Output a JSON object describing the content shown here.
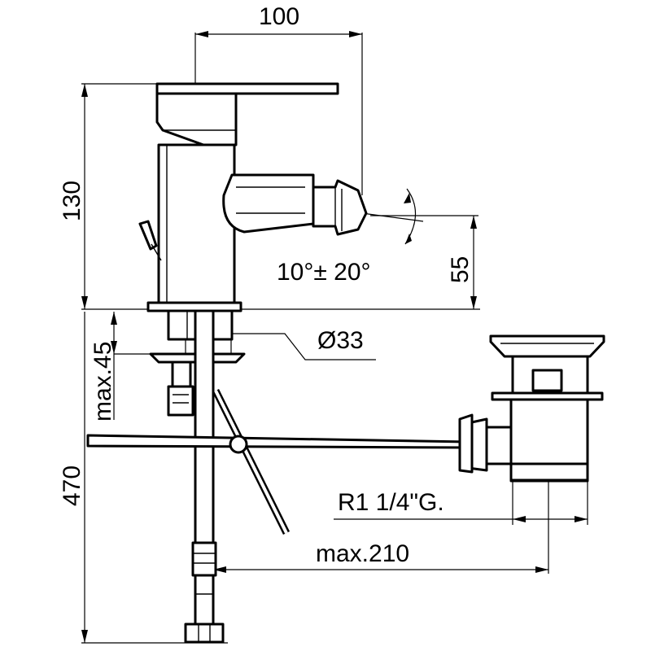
{
  "dimensions": {
    "width_top": "100",
    "height_body": "130",
    "spout_height": "55",
    "spout_angle": "10°± 20°",
    "hole_diameter": "Ø33",
    "deck_thickness": "max.45",
    "hose_length": "470",
    "waste_thread": "R1 1/4\"G.",
    "waste_distance": "max.210"
  }
}
